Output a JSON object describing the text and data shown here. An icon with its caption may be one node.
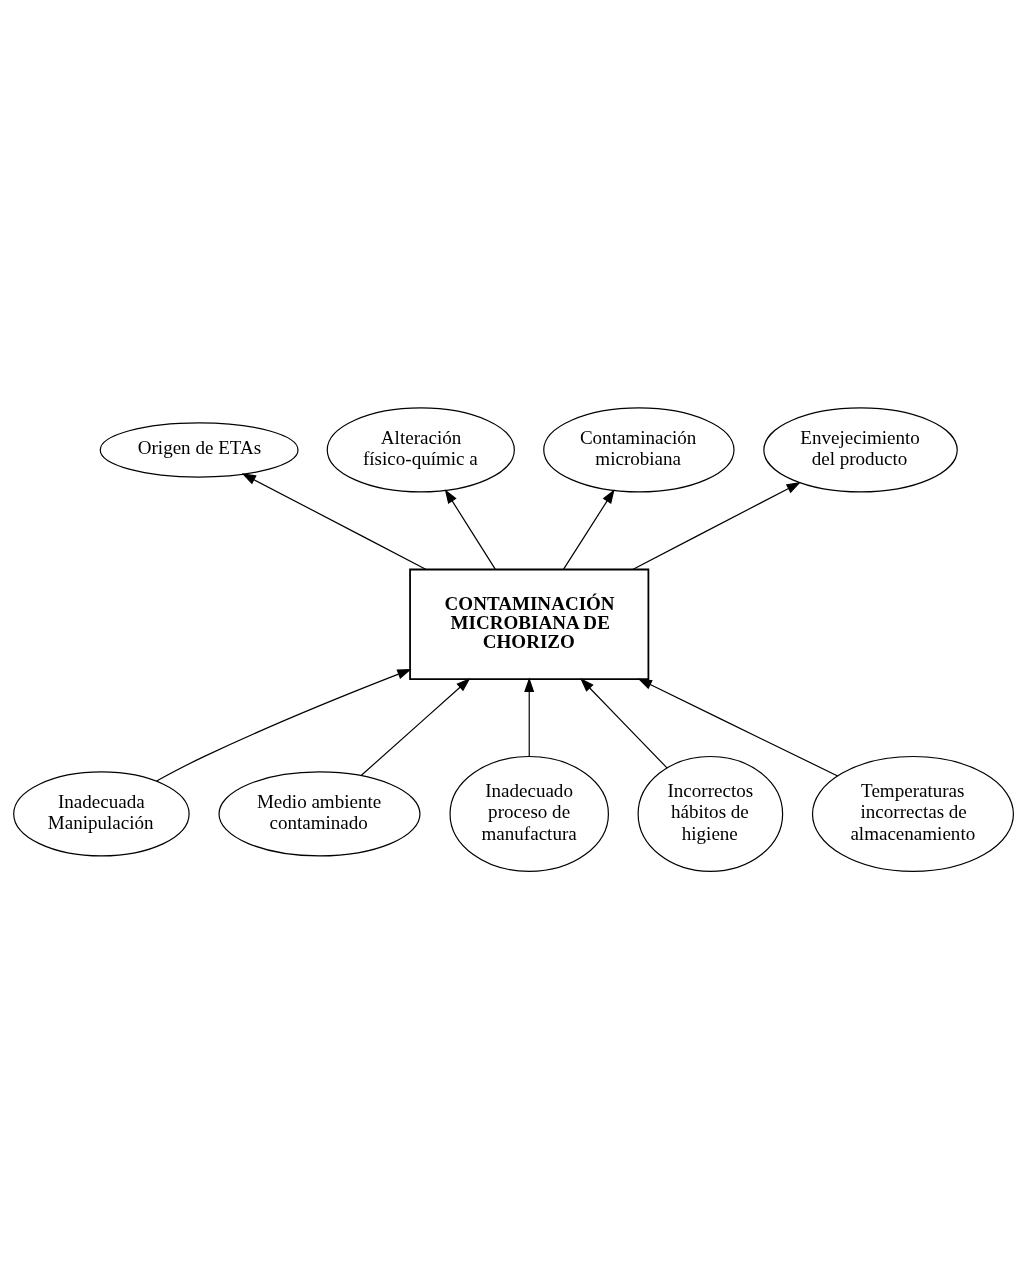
{
  "diagram": {
    "nodes": [
      {
        "text": [
          "Origen de ETAs"
        ]
      },
      {
        "text": [
          "Alteración físico-químic a"
        ]
      },
      {
        "text": [
          "Contaminación microbiana"
        ]
      },
      {
        "text": [
          "Envejecimiento del producto"
        ]
      },
      {
        "text": [
          "CONTAMINACIÓN MICROBIANA DE CHORIZO"
        ]
      },
      {
        "text": [
          "Inadecuada Manipulación"
        ]
      },
      {
        "text": [
          "Medio ambiente contaminado"
        ]
      },
      {
        "text": [
          "Inadecuado proceso de manufactura"
        ]
      },
      {
        "text": [
          "Incorrectos hábitos de higiene"
        ]
      },
      {
        "text": [
          "Temperaturas incorrectas de almacenamiento"
        ]
      }
    ],
    "edges": [
      {
        "from": 4,
        "to": 2,
        "arrow": "to"
      },
      {
        "from": 4,
        "to": 0,
        "arrow": "to"
      },
      {
        "from": 4,
        "to": 1,
        "arrow": "to"
      },
      {
        "from": 4,
        "to": 3,
        "arrow": "to"
      },
      {
        "from": 5,
        "to": 4,
        "arrow": "to"
      },
      {
        "from": 7,
        "to": 4,
        "arrow": "to"
      },
      {
        "from": 9,
        "to": 4,
        "arrow": "to"
      },
      {
        "from": 8,
        "to": 4,
        "arrow": "to"
      },
      {
        "from": 6,
        "to": 4,
        "arrow": "to"
      }
    ]
  }
}
